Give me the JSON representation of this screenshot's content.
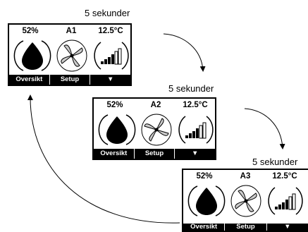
{
  "timer_label": "5 sekunder",
  "screens": [
    {
      "humidity": "52%",
      "mode": "A1",
      "temperature": "12.5°C",
      "tabs": [
        "Oversikt",
        "Setup",
        "▼"
      ]
    },
    {
      "humidity": "52%",
      "mode": "A2",
      "temperature": "12.5°C",
      "tabs": [
        "Oversikt",
        "Setup",
        "▼"
      ]
    },
    {
      "humidity": "52%",
      "mode": "A3",
      "temperature": "12.5°C",
      "tabs": [
        "Oversikt",
        "Setup",
        "▼"
      ]
    }
  ],
  "icons": {
    "left": "water-drop-icon",
    "middle": "fan-icon",
    "right": "signal-bars-icon"
  }
}
